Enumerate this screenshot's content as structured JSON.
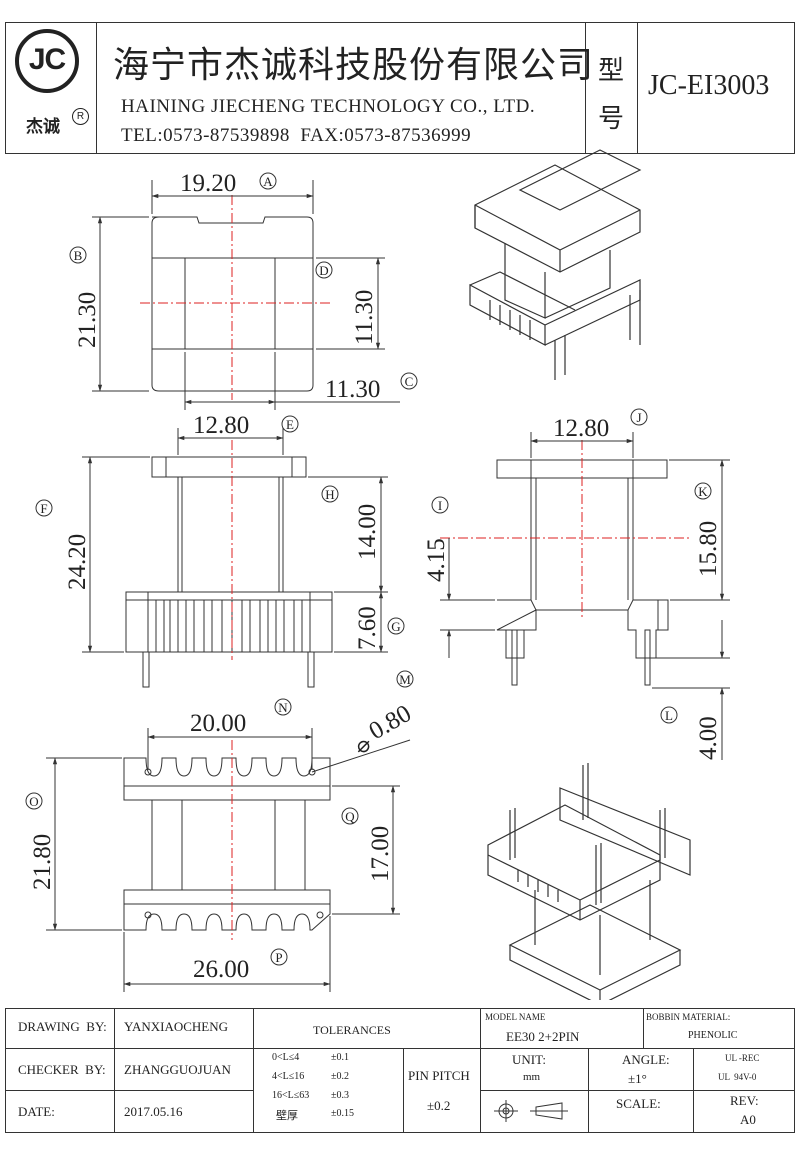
{
  "header": {
    "logo_text": "JC",
    "logo_caption": "杰诚",
    "registered_mark": "R",
    "company_cn": "海宁市杰诚科技股份有限公司",
    "company_en": "HAINING JIECHENG TECHNOLOGY CO., LTD.",
    "contact": "TEL:0573-87539898  FAX:0573-87536999",
    "model_label_1": "型",
    "model_label_2": "号",
    "model_number": "JC-EI3003"
  },
  "dimensions": {
    "A": {
      "value": "19.20",
      "tag": "A"
    },
    "B": {
      "value": "21.30",
      "tag": "B"
    },
    "C": {
      "value": "11.30",
      "tag": "C"
    },
    "D": {
      "value": "11.30",
      "tag": "D"
    },
    "E": {
      "value": "12.80",
      "tag": "E"
    },
    "F": {
      "value": "24.20",
      "tag": "F"
    },
    "G": {
      "value": "7.60",
      "tag": "G"
    },
    "H": {
      "value": "14.00",
      "tag": "H"
    },
    "I": {
      "value": "4.15",
      "tag": "I"
    },
    "J": {
      "value": "12.80",
      "tag": "J"
    },
    "K": {
      "value": "15.80",
      "tag": "K"
    },
    "L": {
      "value": "4.00",
      "tag": "L"
    },
    "M": {
      "value": "0.80",
      "tag": "M",
      "prefix": "⌀"
    },
    "N": {
      "value": "20.00",
      "tag": "N"
    },
    "O": {
      "value": "21.80",
      "tag": "O"
    },
    "P": {
      "value": "26.00",
      "tag": "P"
    },
    "Q": {
      "value": "17.00",
      "tag": "Q"
    }
  },
  "title_block": {
    "drawing_by_label": "DRAWING  BY:",
    "drawing_by": "YANXIAOCHENG",
    "checker_by_label": "CHECKER  BY:",
    "checker_by": "ZHANGGUOJUAN",
    "date_label": "DATE:",
    "date": "2017.05.16",
    "tolerances_label": "TOLERANCES",
    "tol_rows": [
      {
        "range": "0<L≤4",
        "tol": "±0.1"
      },
      {
        "range": "4<L≤16",
        "tol": "±0.2"
      },
      {
        "range": "16<L≤63",
        "tol": "±0.3"
      },
      {
        "range": "壁厚",
        "tol": "±0.15"
      }
    ],
    "pin_pitch_label": "PIN PITCH",
    "pin_pitch_tol": "±0.2",
    "model_name_label": "MODEL NAME",
    "model_name": "EE30 2+2PIN",
    "bobbin_material_label": "BOBBIN MATERIAL:",
    "bobbin_material": "PHENOLIC",
    "unit_label": "UNIT:",
    "unit": "mm",
    "angle_label": "ANGLE:",
    "angle": "±1°",
    "ul_1": "UL -REC",
    "ul_2": "UL  94V-0",
    "scale_label": "SCALE:",
    "rev_label": "REV:",
    "rev": "A0"
  }
}
